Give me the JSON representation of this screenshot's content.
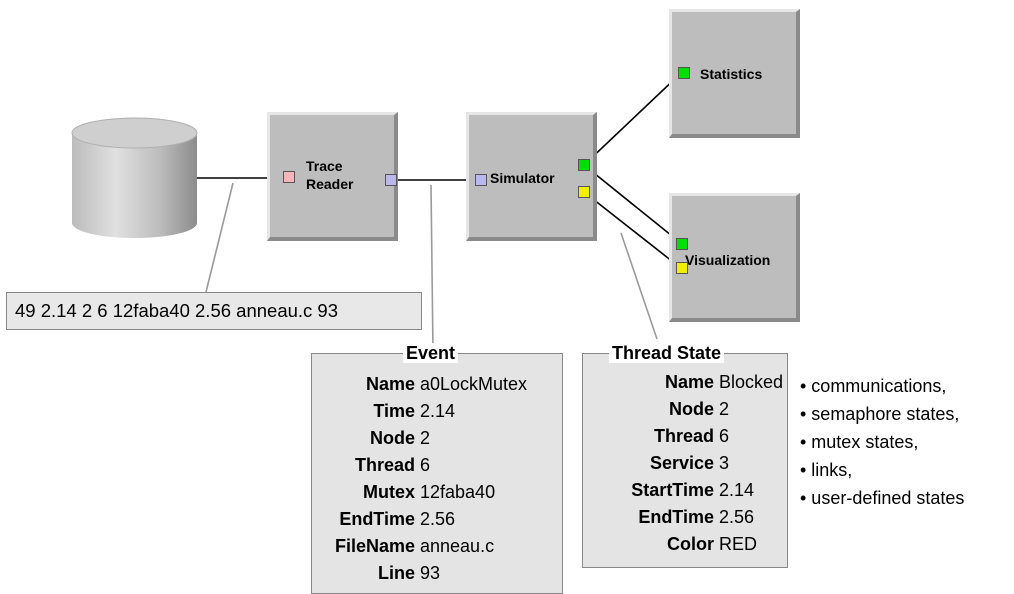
{
  "nodes": {
    "trace_reader": {
      "label_line1": "Trace",
      "label_line2": "Reader"
    },
    "simulator": {
      "label": "Simulator"
    },
    "statistics": {
      "label": "Statistics"
    },
    "visualization": {
      "label": "Visualization"
    }
  },
  "trace_line": "49 2.14 2 6 12faba40 2.56 anneau.c 93",
  "event_panel": {
    "title": "Event",
    "fields": [
      {
        "key": "Name",
        "value": "a0LockMutex"
      },
      {
        "key": "Time",
        "value": "2.14"
      },
      {
        "key": "Node",
        "value": "2"
      },
      {
        "key": "Thread",
        "value": "6"
      },
      {
        "key": "Mutex",
        "value": "12faba40"
      },
      {
        "key": "EndTime",
        "value": "2.56"
      },
      {
        "key": "FileName",
        "value": "anneau.c"
      },
      {
        "key": "Line",
        "value": "93"
      }
    ]
  },
  "thread_state_panel": {
    "title": "Thread State",
    "fields": [
      {
        "key": "Name",
        "value": "Blocked"
      },
      {
        "key": "Node",
        "value": "2"
      },
      {
        "key": "Thread",
        "value": "6"
      },
      {
        "key": "Service",
        "value": "3"
      },
      {
        "key": "StartTime",
        "value": "2.14"
      },
      {
        "key": "EndTime",
        "value": "2.56"
      },
      {
        "key": "Color",
        "value": "RED"
      }
    ]
  },
  "bullets": [
    "• communications,",
    "• semaphore states,",
    "• mutex states,",
    "• links,",
    "• user-defined states"
  ],
  "colors": {
    "node_fill": "#bdbdbd",
    "port_pink": "#f4b6b8",
    "port_lavender": "#b8b8ee",
    "port_green": "#00e000",
    "port_yellow": "#f0f000",
    "panel_fill": "#e4e4e4"
  }
}
